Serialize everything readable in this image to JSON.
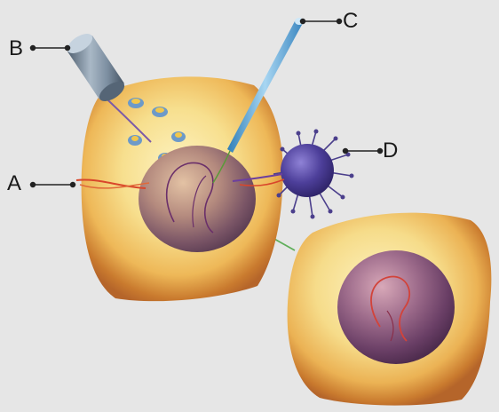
{
  "labels": {
    "a": "A",
    "b": "B",
    "c": "C",
    "d": "D"
  },
  "colors": {
    "background": "#e6e6e6",
    "cell_body": "#f2d27a",
    "cell_rim": "#c9822a",
    "nucleus": "#8a6078",
    "virus": "#4a3a8a",
    "needle": "#5aa6d8",
    "cylinder": "#7c8ea2"
  },
  "icons": {
    "cylinder": "syringe-barrel-icon",
    "needle": "micropipette-icon",
    "virus": "virus-particle-icon"
  }
}
